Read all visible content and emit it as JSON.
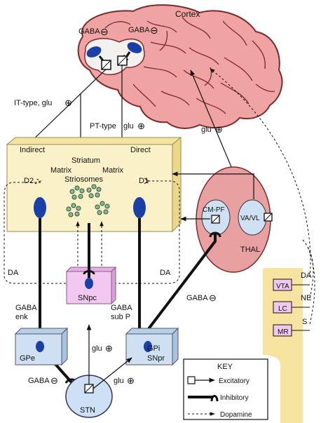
{
  "labels": {
    "cortex": "Cortex",
    "gaba_left": "GABA",
    "gaba_right": "GABA",
    "minus": "⊖",
    "plus": "⊕",
    "it_type": "IT-type, glu",
    "pt_type": "PT-type",
    "glu": "glu",
    "glu_top": "glu",
    "indirect": "Indirect",
    "direct": "Direct",
    "striatum": "Striatum",
    "matrix_left": "Matrix",
    "matrix_right": "Matrix",
    "striosomes": "Striosomes",
    "d2": "D2",
    "d1": "D1",
    "cm_pf": "CM-PF",
    "va_vl": "VA/VL",
    "thal": "THAL",
    "da_left": "DA",
    "da_mid": "DA",
    "da_right": "DA",
    "ne": "NE",
    "s": "S",
    "vta": "VTA",
    "lc": "LC",
    "mr": "MR",
    "snpc": "SNpc",
    "gaba_enk_1": "GABA",
    "gaba_enk_2": "enk",
    "gaba_subp_1": "GABA",
    "gaba_subp_2": "sub P",
    "gaba_thal": "GABA",
    "gpe": "GPe",
    "gpi": "GPi",
    "snpr": "SNpr",
    "glu_stn_up": "glu",
    "glu_stn_right": "glu",
    "gaba_stn": "GABA",
    "stn": "STN"
  },
  "key": {
    "title": "KEY",
    "excitatory": "Excitatory",
    "inhibitory": "Inhibitory",
    "dopamine": "Dopamine"
  },
  "colors": {
    "cortex_fill": "#f0a3a3",
    "cortex_stroke": "#7a2a2a",
    "striatum_front": "#fbf1c8",
    "striatum_top": "#f4e4a0",
    "striatum_side": "#ecd88a",
    "thal_fill": "#e9a0a0",
    "nucleus_blue": "#1a3fa8",
    "gpe_front": "#cfe0f2",
    "snpc_front": "#f0c8f0",
    "stn_fill": "#cde0f5",
    "spine_fill": "#f6e3a0",
    "striosome_green": "#8fb59a"
  }
}
